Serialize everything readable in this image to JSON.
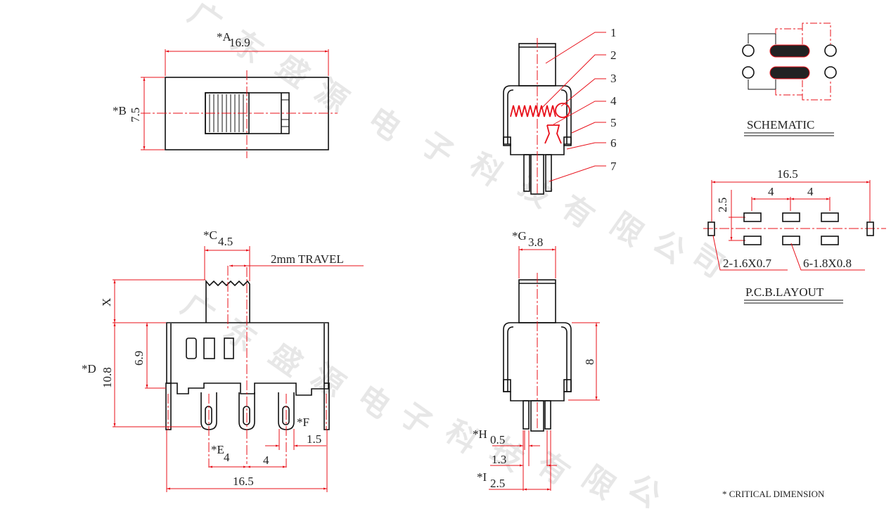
{
  "watermark": {
    "text": "广东盛源电子科技有限公司",
    "chars": [
      "广",
      "东",
      "盛",
      "源",
      "电",
      "子",
      "科",
      "技",
      "有",
      "限",
      "公",
      "司"
    ]
  },
  "top_view": {
    "dim_a_label": "*A",
    "dim_a_value": "16.9",
    "dim_b_label": "*B",
    "dim_b_value": "7.5"
  },
  "section_view": {
    "callouts": [
      "1",
      "2",
      "3",
      "4",
      "5",
      "6",
      "7"
    ]
  },
  "schematic": {
    "title": "SCHEMATIC"
  },
  "pcb_layout": {
    "title": "P.C.B.LAYOUT",
    "overall_width": "16.5",
    "pitch_1": "4",
    "pitch_2": "4",
    "row_spacing": "2.5",
    "mount_holes": "2-1.6X0.7",
    "pin_holes": "6-1.8X0.8"
  },
  "front_view": {
    "dim_c_label": "*C",
    "dim_c_value": "4.5",
    "travel_label": "2mm TRAVEL",
    "dim_x_label": "X",
    "dim_d_label": "*D",
    "dim_d_value": "10.8",
    "dim_69": "6.9",
    "dim_e_label": "*E",
    "dim_e_value": "4",
    "pitch_value": "4",
    "dim_f_label": "*F",
    "dim_f_value": "1.5",
    "overall_width": "16.5"
  },
  "side_view": {
    "dim_g_label": "*G",
    "dim_g_value": "3.8",
    "height_value": "8",
    "dim_h_label": "*H",
    "dim_h_value": "0.5",
    "dim_13": "1.3",
    "dim_i_label": "*I",
    "dim_i_value": "2.5"
  },
  "footnote": "* CRITICAL  DIMENSION",
  "colors": {
    "dimension": "#e8101a",
    "outline": "#111111"
  }
}
